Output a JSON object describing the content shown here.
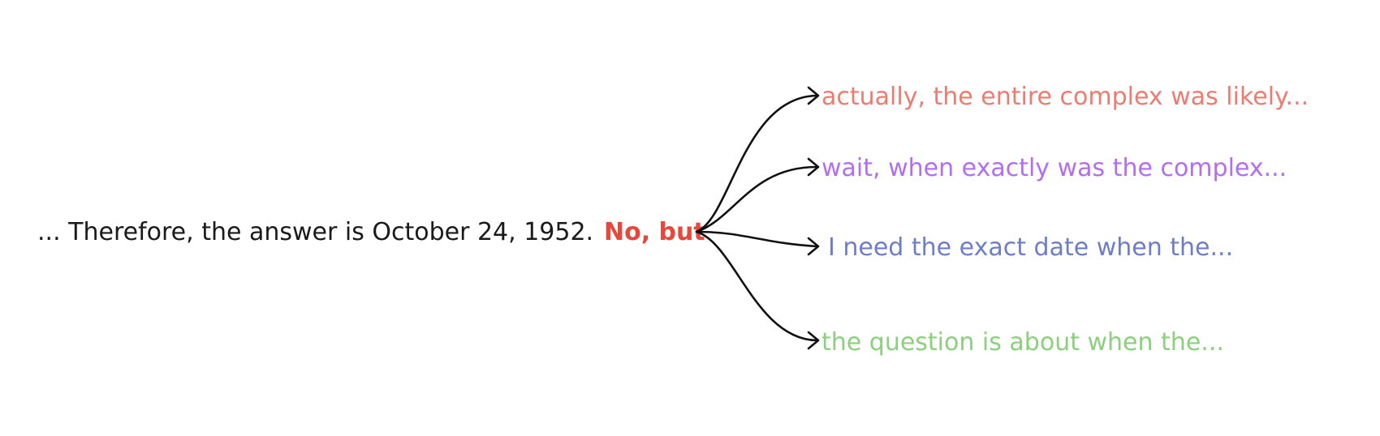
{
  "diagram": {
    "prefix": "... Therefore, the answer is October 24, 1952.",
    "trigger": "No, but",
    "trigger_color": "#e8473b",
    "branches": [
      {
        "text": "actually, the entire complex was likely...",
        "color": "#ee7b72"
      },
      {
        "text": "wait, when exactly was the complex...",
        "color": "#b36ef0"
      },
      {
        "text": "I need the exact date when the...",
        "color": "#6e7ec6"
      },
      {
        "text": "the question is about when the...",
        "color": "#8bd07c"
      }
    ]
  }
}
